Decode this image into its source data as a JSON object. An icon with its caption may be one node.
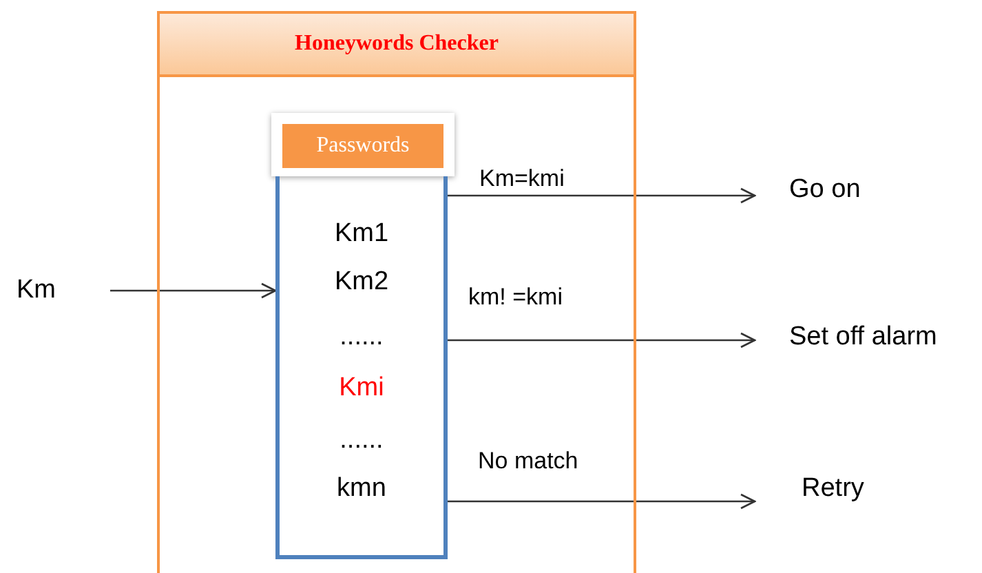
{
  "diagram": {
    "nodes": [
      {
        "text": [
          "Honeywords Checker"
        ]
      },
      {
        "text": [
          "Passwords"
        ],
        "in": 0
      },
      {
        "text": [
          "Km1",
          "Km2",
          "......",
          "Kmi",
          "......",
          "kmn"
        ],
        "in": 0
      },
      {
        "text": [
          "Km"
        ]
      },
      {
        "text": [
          "Go on"
        ]
      },
      {
        "text": [
          "Set off alarm"
        ]
      },
      {
        "text": [
          "Retry"
        ]
      }
    ],
    "edges": [
      {
        "from": 3,
        "to": 2,
        "arrow": "to"
      },
      {
        "from": 2,
        "to": 4,
        "arrow": "to",
        "label": "Km=kmi"
      },
      {
        "from": 2,
        "to": 5,
        "arrow": "to",
        "label": "km! =kmi"
      },
      {
        "from": 2,
        "to": 6,
        "arrow": "to",
        "label": "No match"
      }
    ]
  }
}
